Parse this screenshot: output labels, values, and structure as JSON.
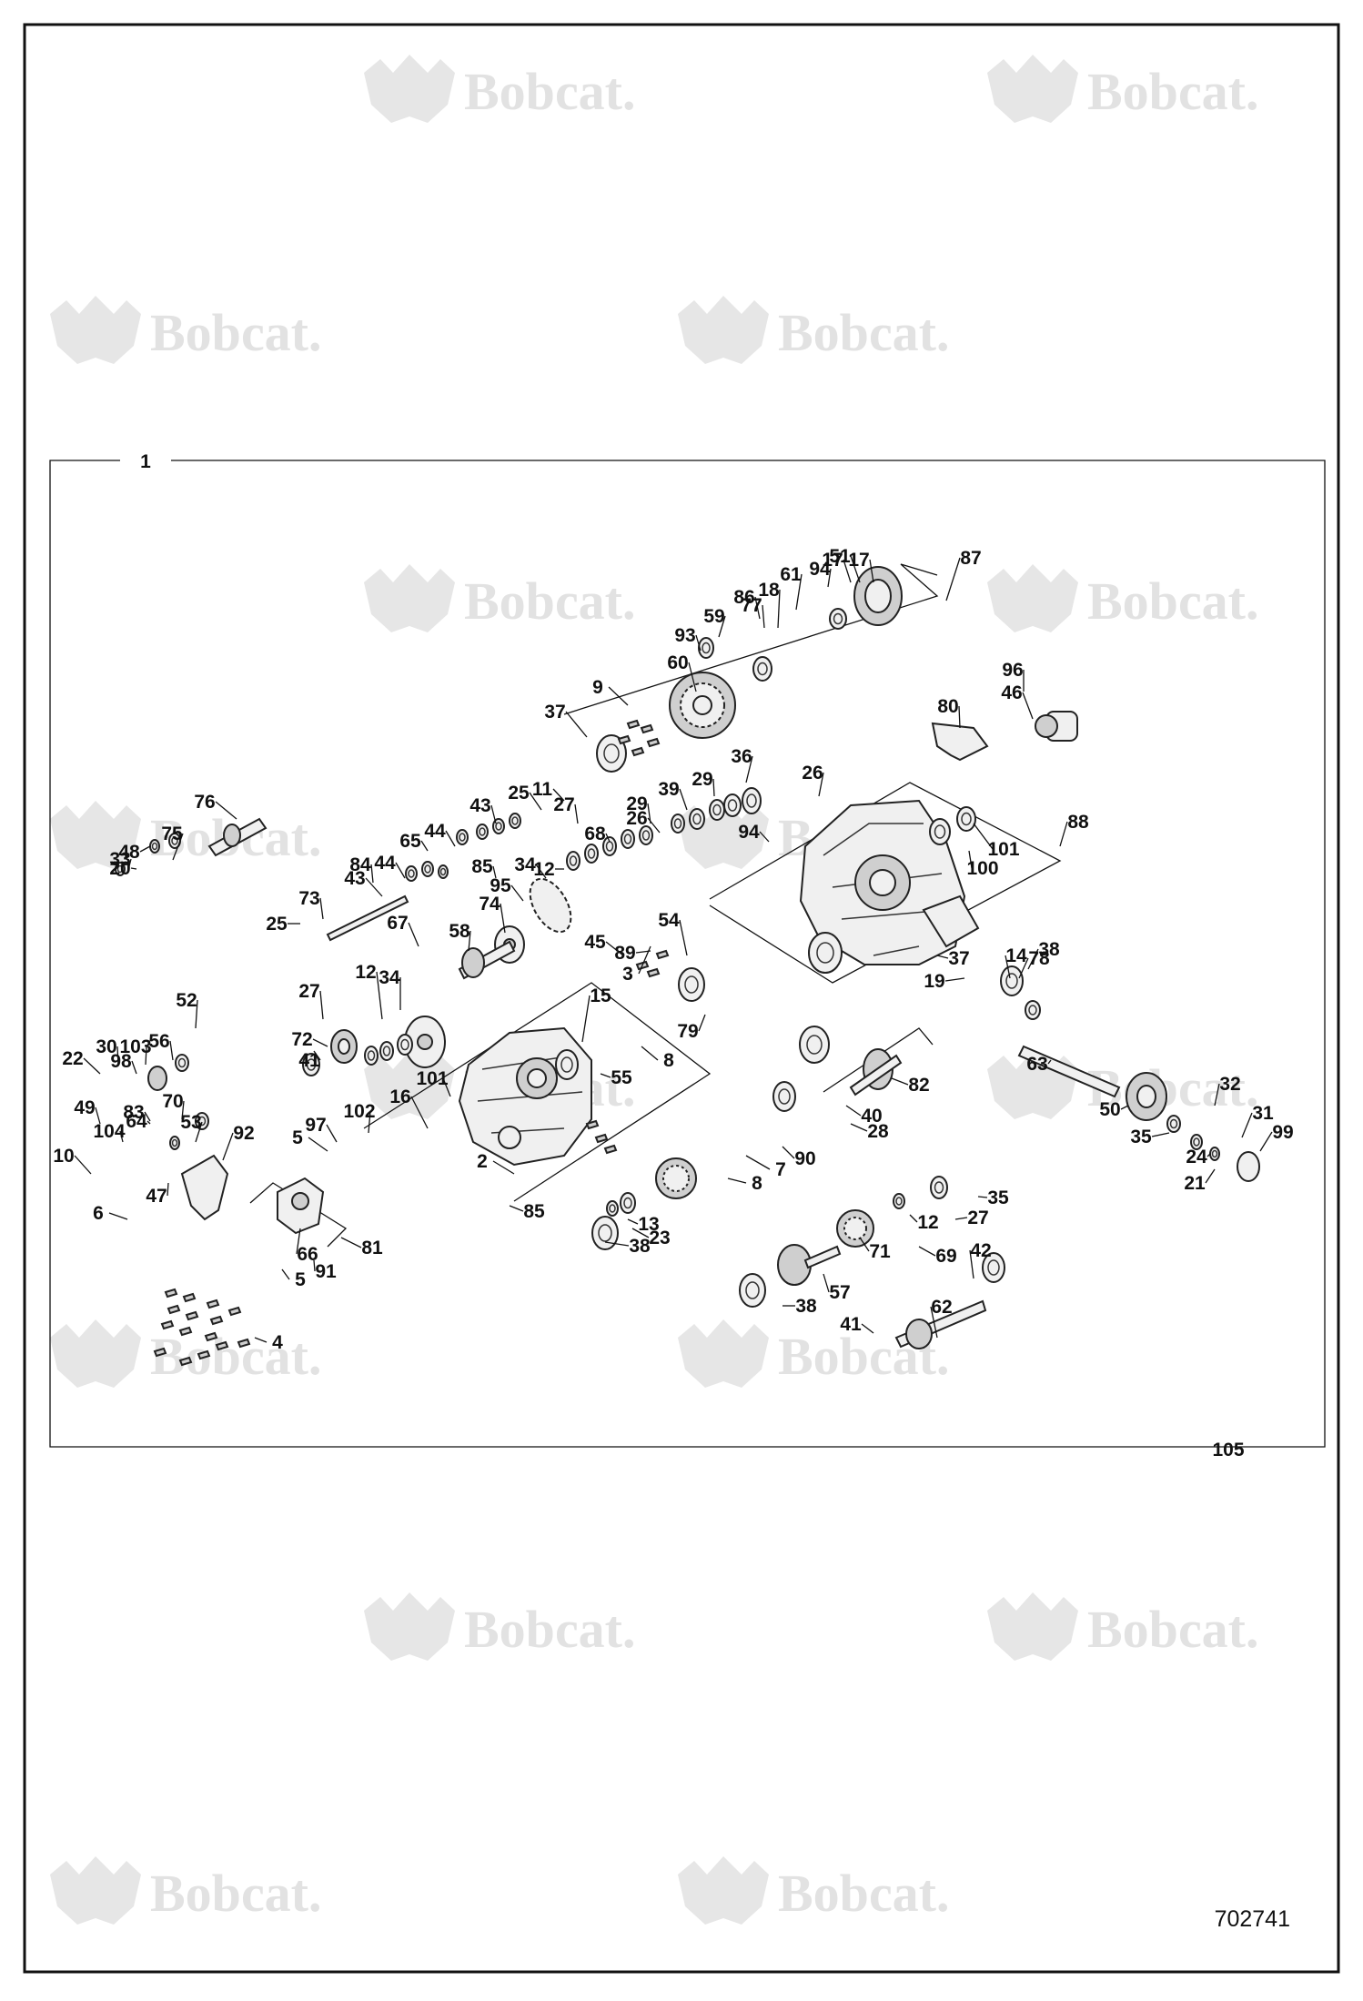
{
  "document": {
    "assembly_label": "1",
    "drawing_number": "702741"
  },
  "watermark": {
    "text": "Bobcat.",
    "icon": "bobcat-head-logo"
  },
  "callouts": [
    "1",
    "2",
    "3",
    "4",
    "5",
    "5",
    "6",
    "7",
    "8",
    "8",
    "9",
    "10",
    "11",
    "12",
    "12",
    "12",
    "13",
    "14",
    "15",
    "16",
    "17",
    "17",
    "18",
    "19",
    "20",
    "21",
    "22",
    "23",
    "24",
    "25",
    "25",
    "26",
    "26",
    "27",
    "27",
    "27",
    "28",
    "29",
    "29",
    "30",
    "31",
    "32",
    "33",
    "34",
    "34",
    "35",
    "35",
    "36",
    "37",
    "37",
    "38",
    "38",
    "38",
    "39",
    "40",
    "41",
    "41",
    "42",
    "43",
    "43",
    "44",
    "44",
    "45",
    "46",
    "47",
    "48",
    "49",
    "50",
    "51",
    "52",
    "53",
    "54",
    "55",
    "56",
    "57",
    "58",
    "59",
    "60",
    "61",
    "62",
    "63",
    "64",
    "65",
    "66",
    "67",
    "68",
    "69",
    "70",
    "71",
    "72",
    "73",
    "74",
    "75",
    "76",
    "77",
    "78",
    "79",
    "80",
    "81",
    "82",
    "83",
    "84",
    "85",
    "85",
    "86",
    "87",
    "88",
    "89",
    "90",
    "91",
    "92",
    "93",
    "94",
    "94",
    "95",
    "96",
    "97",
    "98",
    "99",
    "100",
    "101",
    "101",
    "102",
    "103",
    "104",
    "105"
  ]
}
